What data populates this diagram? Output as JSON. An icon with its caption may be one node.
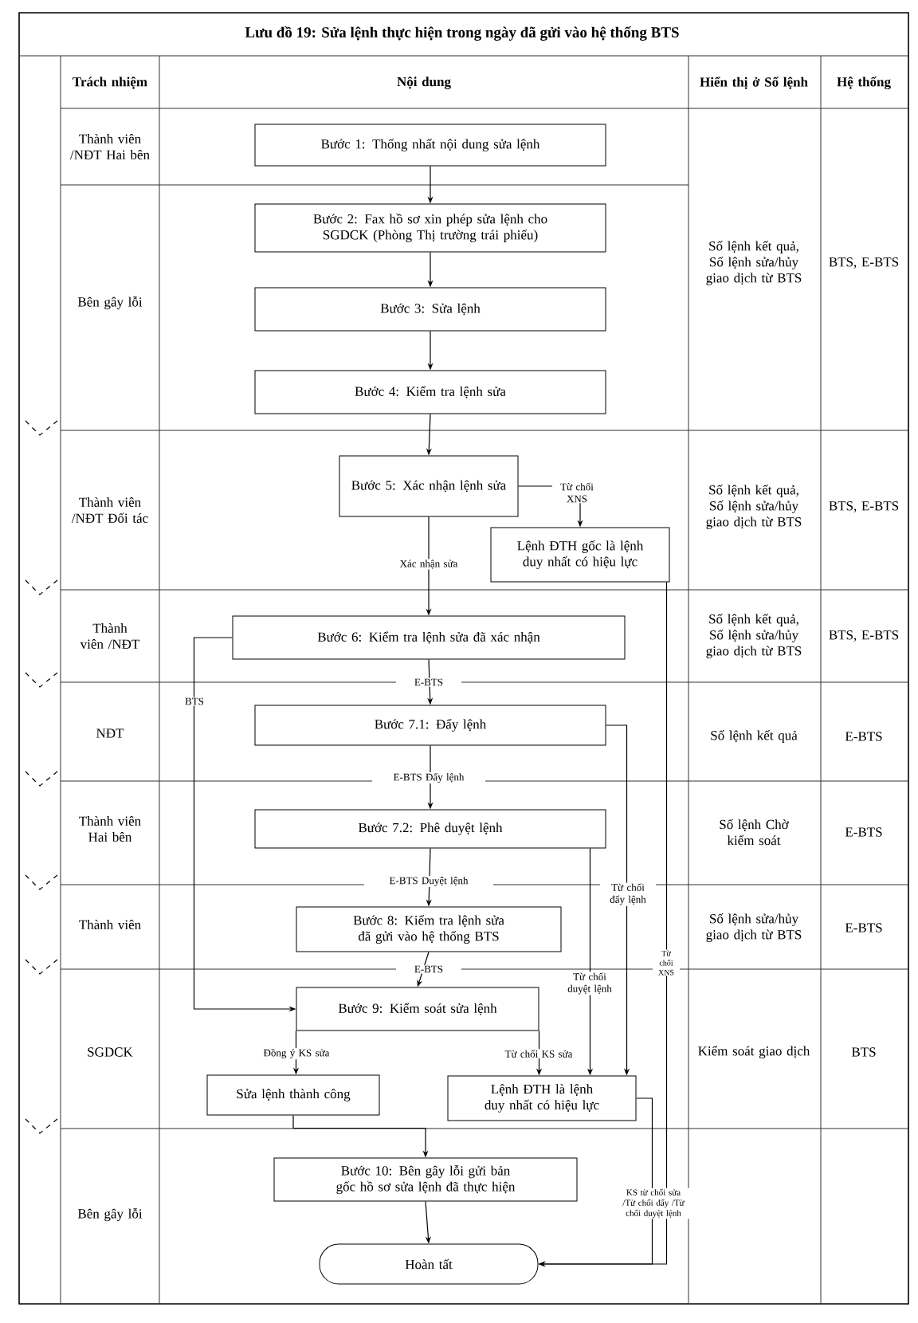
{
  "diagram": {
    "title": "Lưu đồ 19: Sửa lệnh thực hiện trong ngày đã gửi vào hệ thống BTS",
    "nodes": [
      {
        "text": [
          "Bước 1: Thống nhất nội dung sửa lệnh"
        ]
      },
      {
        "text": [
          "Bước 2: Fax hồ sơ xin phép sửa lệnh cho SGDCK (Phòng Thị trường trái phiếu)"
        ]
      },
      {
        "text": [
          "Bước 3: Sửa lệnh"
        ]
      },
      {
        "text": [
          "Bước 4: Kiểm tra lệnh sửa"
        ]
      },
      {
        "text": [
          "Bước 5: Xác nhận lệnh sửa"
        ]
      },
      {
        "text": [
          "Lệnh ĐTH gốc là lệnh duy nhất có hiệu lực"
        ]
      },
      {
        "text": [
          "Bước 6: Kiểm tra lệnh sửa đã xác nhận"
        ]
      },
      {
        "text": [
          "Bước 7.1: Đẩy lệnh"
        ]
      },
      {
        "text": [
          "Bước 7.2: Phê duyệt lệnh"
        ]
      },
      {
        "text": [
          "Bước 8: Kiểm tra lệnh sửa đã gửi vào hệ thống BTS"
        ]
      },
      {
        "text": [
          "Bước 9: Kiểm soát sửa lệnh"
        ]
      },
      {
        "text": [
          "Sửa lệnh thành công"
        ]
      },
      {
        "text": [
          "Lệnh ĐTH là lệnh duy nhất có hiệu lực"
        ]
      },
      {
        "text": [
          "Bước 10: Bên gây lỗi gửi bản gốc hồ sơ sửa lệnh đã thực hiện"
        ]
      },
      {
        "text": [
          "Hoàn tất"
        ]
      }
    ],
    "edges": [
      {
        "from": 0,
        "to": 1,
        "arrow": "to"
      },
      {
        "from": 1,
        "to": 2,
        "arrow": "to"
      },
      {
        "from": 2,
        "to": 3,
        "arrow": "to"
      },
      {
        "from": 3,
        "to": 4,
        "arrow": "to"
      },
      {
        "from": 4,
        "to": 5,
        "arrow": "to",
        "label": "Từ chối XNS"
      },
      {
        "from": 4,
        "to": 6,
        "arrow": "to",
        "label": "Xác nhận sửa"
      },
      {
        "from": 6,
        "to": 7,
        "arrow": "to",
        "label": "E-BTS"
      },
      {
        "from": 6,
        "to": 10,
        "arrow": "to",
        "label": "BTS"
      },
      {
        "from": 7,
        "to": 8,
        "arrow": "to",
        "label": "E-BTS Đẩy lệnh"
      },
      {
        "from": 7,
        "to": 12,
        "arrow": "to",
        "label": "Từ chối đẩy lệnh"
      },
      {
        "from": 8,
        "to": 9,
        "arrow": "to",
        "label": "E-BTS Duyệt lệnh"
      },
      {
        "from": 8,
        "to": 12,
        "arrow": "to",
        "label": "Từ chối duyệt lệnh"
      },
      {
        "from": 9,
        "to": 10,
        "arrow": "to",
        "label": "E-BTS"
      },
      {
        "from": 10,
        "to": 11,
        "arrow": "to",
        "label": "Đồng ý KS sửa"
      },
      {
        "from": 10,
        "to": 12,
        "arrow": "to",
        "label": "Từ chối KS sửa"
      },
      {
        "from": 11,
        "to": 13,
        "arrow": "to"
      },
      {
        "from": 5,
        "to": 14,
        "arrow": "to",
        "label": "Từ chối XNS"
      },
      {
        "from": 12,
        "to": 14,
        "arrow": "to",
        "label": "KS từ chối sửa /Từ chối đẩy /Từ chối duyệt lệnh"
      },
      {
        "from": 13,
        "to": 14,
        "arrow": "to"
      }
    ],
    "labels": [
      "Trách nhiệm",
      "Nội dung",
      "Hiển thị ở Sổ lệnh",
      "Hệ thống",
      "Thành viên /NĐT Hai bên",
      "Số lệnh kết quả, Số lệnh sửa/hủy giao dịch từ BTS",
      "BTS, E-BTS",
      "Bên gây lỗi",
      "Thành viên /NĐT Đối tác",
      "Số lệnh kết quả, Số lệnh sửa/hủy giao dịch từ BTS",
      "BTS, E-BTS",
      "Thành viên /NĐT",
      "Số lệnh kết quả, Số lệnh sửa/hủy giao dịch từ BTS",
      "BTS, E-BTS",
      "NĐT",
      "Số lệnh kết quả",
      "E-BTS",
      "Thành viên Hai bên",
      "Số lệnh Chờ kiểm soát",
      "E-BTS",
      "Thành viên",
      "Số lệnh sửa/hủy giao dịch từ BTS",
      "E-BTS",
      "SGDCK",
      "Kiểm soát giao dịch",
      "BTS",
      "Bên gây lỗi"
    ]
  }
}
